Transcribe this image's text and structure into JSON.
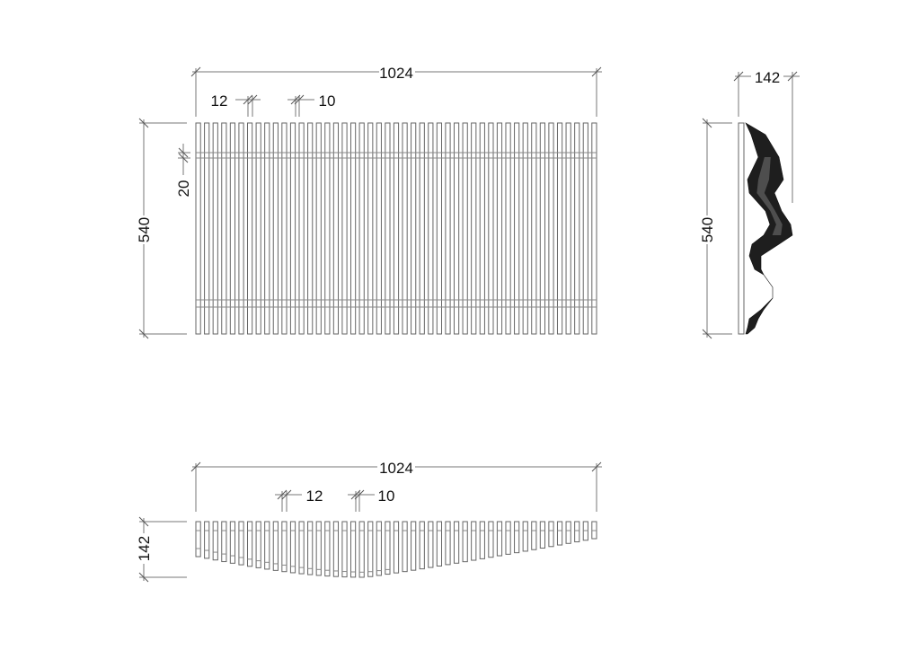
{
  "plan_view": {
    "width_label": "1024",
    "slat_width_label": "12",
    "gap_label": "10",
    "height_label": "540",
    "rail_label": "20",
    "slat_count": 47
  },
  "side_view": {
    "depth_label": "142",
    "height_label": "540"
  },
  "bottom_view": {
    "width_label": "1024",
    "slat_width_label": "12",
    "gap_label": "10",
    "depth_label": "142"
  },
  "colors": {
    "line": "#666666",
    "profile_fill": "#1e1e1e"
  }
}
